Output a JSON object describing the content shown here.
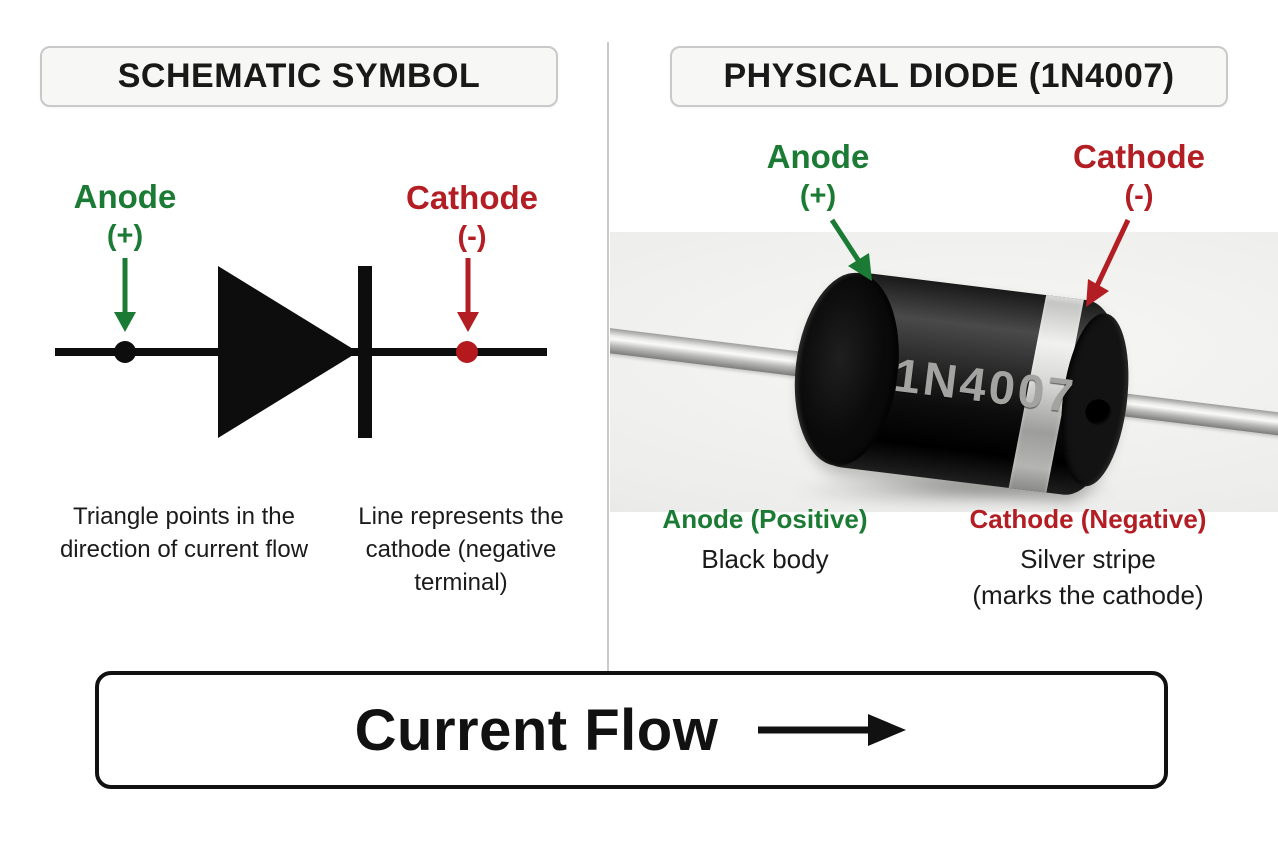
{
  "left_panel": {
    "header": "SCHEMATIC SYMBOL",
    "anode_label": "Anode",
    "anode_sign": "(+)",
    "cathode_label": "Cathode",
    "cathode_sign": "(-)",
    "caption_triangle": "Triangle points in the direction of current flow",
    "caption_line": "Line represents the cathode (negative terminal)"
  },
  "right_panel": {
    "header": "PHYSICAL DIODE (1N4007)",
    "anode_label": "Anode",
    "anode_sign": "(+)",
    "cathode_label": "Cathode",
    "cathode_sign": "(-)",
    "diode_marking": "1N4007",
    "anode_caption_title": "Anode (Positive)",
    "anode_caption_body": "Black body",
    "cathode_caption_title": "Cathode (Negative)",
    "cathode_caption_line1": "Silver stripe",
    "cathode_caption_line2": "(marks the cathode)"
  },
  "footer": {
    "label": "Current Flow",
    "arrow_icon": "right-arrow"
  },
  "colors": {
    "anode_green": "#1b7b34",
    "cathode_red": "#b21e23",
    "symbol_black": "#0d0d0d",
    "silver_stripe": "#d6d6d4",
    "header_bg": "#f7f7f6",
    "header_border": "#c9c9c9"
  }
}
